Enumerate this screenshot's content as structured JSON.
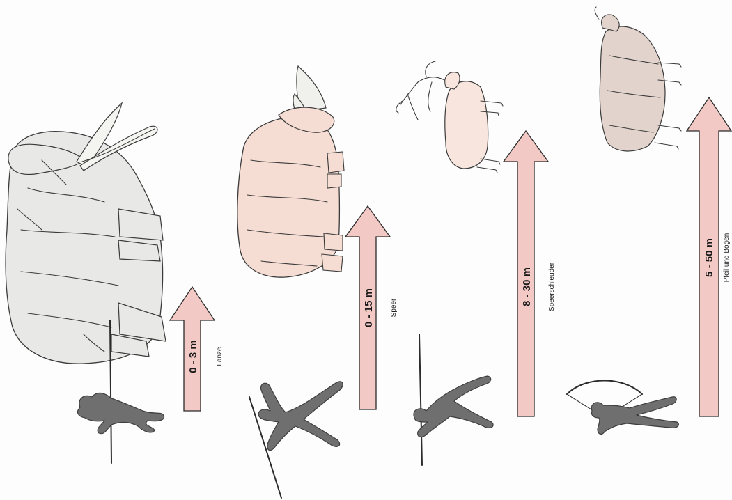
{
  "colors": {
    "arrow_fill": "#f2c9c4",
    "arrow_shade": "#e7a59d",
    "arrow_stroke": "#2b2b2b",
    "hunter": "#6f6f6f",
    "mammoth": "#e8e8e6",
    "rhino": "#f6ddd4",
    "reindeer": "#f8e6de",
    "bison": "#e2d3cc"
  },
  "panels": [
    {
      "range": "0 - 3 m",
      "weapon": "Lanze",
      "animal": "mammoth-icon",
      "hunter": "spear-thrusting hunter"
    },
    {
      "range": "0 - 15 m",
      "weapon": "Speer",
      "animal": "woolly-rhino-icon",
      "hunter": "spear-throwing hunter"
    },
    {
      "range": "8 - 30 m",
      "weapon": "Speerschleuder",
      "animal": "reindeer-icon",
      "hunter": "spear-thrower hunter"
    },
    {
      "range": "5 - 50 m",
      "weapon": "Pfeil und Bogen",
      "animal": "bison-icon",
      "hunter": "archer"
    }
  ]
}
